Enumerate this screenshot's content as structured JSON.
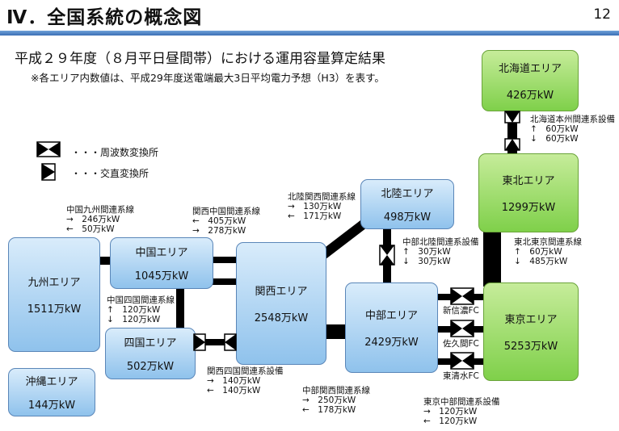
{
  "header": {
    "title": "Ⅳ．全国系統の概念図",
    "page_number": "12",
    "subtitle": "平成２９年度（８月平日昼間帯）における運用容量算定結果",
    "note": "※各エリア内数値は、平成29年度送電端最大3日平均電力予想（H3）を表す。"
  },
  "legend": {
    "fc": "・・・周波数変換所",
    "dc": "・・・交直変換所"
  },
  "areas": {
    "hokkaido": {
      "name": "北海道エリア",
      "value": "426万kW"
    },
    "tohoku": {
      "name": "東北エリア",
      "value": "1299万kW"
    },
    "tokyo": {
      "name": "東京エリア",
      "value": "5253万kW"
    },
    "chubu": {
      "name": "中部エリア",
      "value": "2429万kW"
    },
    "hokuriku": {
      "name": "北陸エリア",
      "value": "498万kW"
    },
    "kansai": {
      "name": "関西エリア",
      "value": "2548万kW"
    },
    "chugoku": {
      "name": "中国エリア",
      "value": "1045万kW"
    },
    "shikoku": {
      "name": "四国エリア",
      "value": "502万kW"
    },
    "kyushu": {
      "name": "九州エリア",
      "value": "1511万kW"
    },
    "okinawa": {
      "name": "沖縄エリア",
      "value": "144万kW"
    }
  },
  "interconnections": {
    "hokkaido_honshu": {
      "name": "北海道本州間連系設備",
      "up": "↑　60万kW",
      "down": "↓　60万kW"
    },
    "tohoku_tokyo": {
      "name": "東北東京間連系線",
      "up": "↑　60万kW",
      "down": "↓　485万kW"
    },
    "chubu_hokuriku": {
      "name": "中部北陸間連系設備",
      "up": "↑　30万kW",
      "down": "↓　30万kW"
    },
    "hokuriku_kansai": {
      "name": "北陸関西間連系線",
      "up": "→　130万kW",
      "down": "←　171万kW"
    },
    "chugoku_kyushu": {
      "name": "中国九州間連系線",
      "up": "→　246万kW",
      "down": "←　50万kW"
    },
    "kansai_chugoku": {
      "name": "関西中国間連系線",
      "up": "←　405万kW",
      "down": "→　278万kW"
    },
    "chugoku_shikoku": {
      "name": "中国四国間連系線",
      "up": "↑　120万kW",
      "down": "↓　120万kW"
    },
    "kansai_shikoku": {
      "name": "関西四国間連系設備",
      "up": "→　140万kW",
      "down": "←　140万kW"
    },
    "chubu_kansai": {
      "name": "中部関西間連系線",
      "up": "→　250万kW",
      "down": "←　178万kW"
    },
    "tokyo_chubu": {
      "name": "東京中部間連系設備",
      "up": "→　120万kW",
      "down": "←　120万kW"
    }
  },
  "fc_stations": {
    "shinshinano": "新信濃FC",
    "sakuma": "佐久間FC",
    "higashishimizu": "東清水FC"
  }
}
